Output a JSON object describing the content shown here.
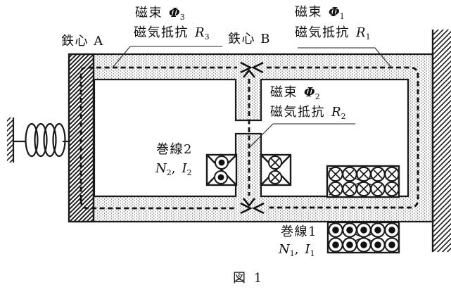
{
  "labels": {
    "core_a": "鉄心 A",
    "core_b": "鉄心 B",
    "flux3": {
      "text": "磁束",
      "sym": "Φ",
      "sub": "3"
    },
    "rel3": {
      "text": "磁気抵抗",
      "sym": "R",
      "sub": "3"
    },
    "flux1": {
      "text": "磁束",
      "sym": "Φ",
      "sub": "1"
    },
    "rel1": {
      "text": "磁気抵抗",
      "sym": "R",
      "sub": "1"
    },
    "flux2": {
      "text": "磁束",
      "sym": "Φ",
      "sub": "2"
    },
    "rel2": {
      "text": "磁気抵抗",
      "sym": "R",
      "sub": "2"
    },
    "winding2": {
      "title": "巻線2",
      "n": "N",
      "n_sub": "2",
      "sep": ",",
      "i": "I",
      "i_sub": "2"
    },
    "winding1": {
      "title": "巻線1",
      "n": "N",
      "n_sub": "1",
      "sep": ",",
      "i": "I",
      "i_sub": "1"
    },
    "caption": "図 1"
  },
  "colors": {
    "ink": "#1a1a1a",
    "background": "#ffffff"
  }
}
